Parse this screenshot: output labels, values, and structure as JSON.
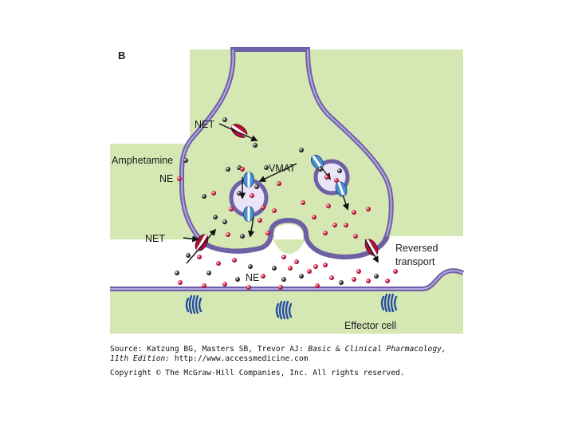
{
  "panel_letter": "B",
  "labels": {
    "net_top": "NET",
    "net_left": "NET",
    "amphetamine": "Amphetamine",
    "ne_legend": "NE",
    "vmat": "VMAT",
    "reversed_1": "Reversed",
    "reversed_2": "transport",
    "ne_cleft": "NE",
    "effector": "Effector cell"
  },
  "caption": {
    "source_prefix": "Source: Katzung BG, Masters SB, Trevor AJ: ",
    "book_title": "Basic & Clinical Pharmacology,",
    "edition": "11th Edition:",
    "url": " http://www.accessmedicine.com",
    "copyright": "Copyright © The McGraw-Hill Companies, Inc. All rights reserved."
  },
  "colors": {
    "background_green": "#d5e8b4",
    "membrane_purple": "#9a8cc8",
    "membrane_edge": "#6f5fa5",
    "transporter_red": "#b0123a",
    "vmat_blue": "#4a8fd0",
    "receptor_blue": "#2a4ea0",
    "ne_red": "#d6284a",
    "amphetamine_dark": "#333333"
  },
  "icons": {
    "net_transporter": "net-transporter-icon",
    "vmat_transporter": "vmat-transporter-icon",
    "receptor": "receptor-icon",
    "ne_molecule": "ne-molecule-icon",
    "amphetamine_molecule": "amphetamine-molecule-icon"
  }
}
